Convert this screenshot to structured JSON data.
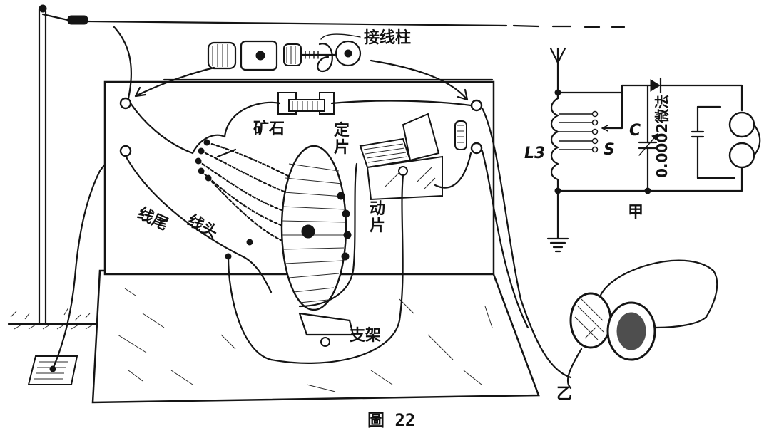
{
  "labels": {
    "binding_post": "接线柱",
    "crystal": "矿石",
    "fixed_plate": "定片",
    "moving_plate": "动片",
    "coil_head": "线头",
    "coil_tail": "线尾",
    "bracket": "支架",
    "headphones": "乙",
    "schematic": "甲",
    "coil": "L3",
    "switch": "S",
    "capacitor": "C",
    "cap_value": "0.0002微法"
  },
  "caption": "圖 22"
}
